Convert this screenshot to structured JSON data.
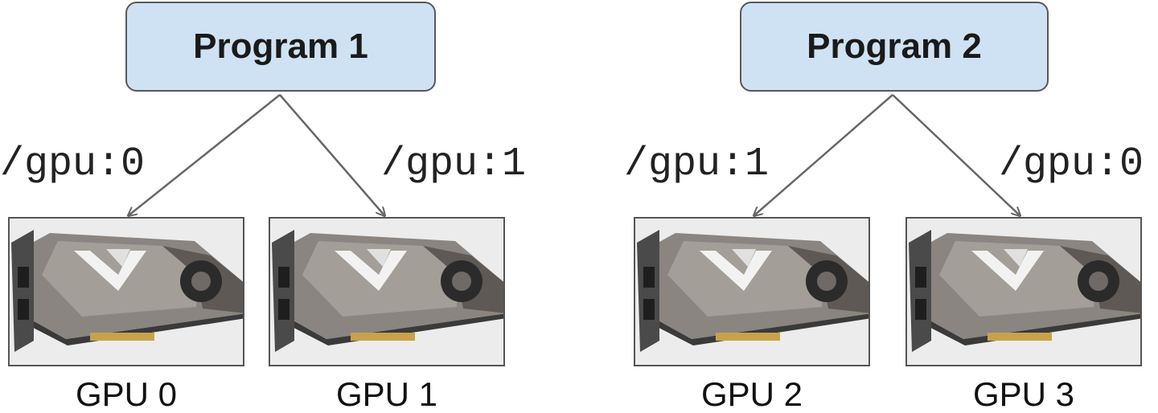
{
  "programs": [
    {
      "label": "Program 1"
    },
    {
      "label": "Program 2"
    }
  ],
  "device_paths": [
    "/gpu:0",
    "/gpu:1",
    "/gpu:1",
    "/gpu:0"
  ],
  "gpus": [
    {
      "label": "GPU 0"
    },
    {
      "label": "GPU 1"
    },
    {
      "label": "GPU 2"
    },
    {
      "label": "GPU 3"
    }
  ],
  "colors": {
    "program_fill": "#cfe2f3",
    "border": "#595959",
    "arrow": "#666666",
    "card_body": "#8a8580"
  },
  "icons": [
    "graphics-card-image"
  ]
}
